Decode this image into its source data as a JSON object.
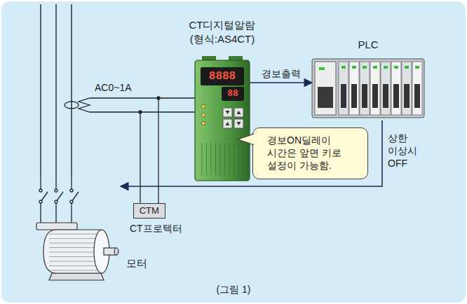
{
  "diagram": {
    "caption": "(그림 1)",
    "nodes": [
      {
        "text": [
          "CT디지털알람 (형식:AS4CT)"
        ]
      },
      {
        "text": [
          "PLC"
        ]
      },
      {
        "text": [
          "경보ON딜레이 시간은 앞면 키로 설정이 가능함."
        ]
      },
      {
        "text": [
          "CTM",
          "CT프로텍터"
        ]
      },
      {
        "text": [
          "모터"
        ]
      }
    ],
    "edges": [
      {
        "from": 0,
        "to": 1,
        "arrow": "to",
        "label": "경보출력"
      },
      {
        "from": 1,
        "to": 4,
        "arrow": "to",
        "label": "상한 이상시 OFF"
      }
    ],
    "labels": [
      "AC0~1A",
      "8888",
      "88"
    ]
  }
}
